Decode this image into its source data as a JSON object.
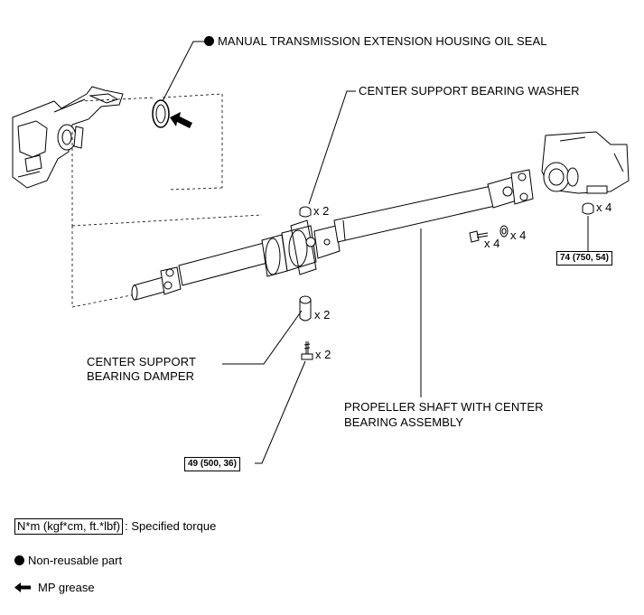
{
  "callouts": {
    "oil_seal": "MANUAL TRANSMISSION EXTENSION HOUSING OIL SEAL",
    "washer": "CENTER SUPPORT BEARING WASHER",
    "damper_line1": "CENTER SUPPORT",
    "damper_line2": "BEARING DAMPER",
    "shaft_line1": "PROPELLER SHAFT WITH CENTER",
    "shaft_line2": "BEARING ASSEMBLY"
  },
  "quantities": {
    "washer": "x 2",
    "damper": "x 2",
    "center_bolt": "x 2",
    "flange_bolt": "x 4",
    "flange_nut": "x 4",
    "diff_nut": "x 4"
  },
  "torques": {
    "center_bolt": "49 (500, 36)",
    "diff_nut": "74 (750, 54)"
  },
  "legend": {
    "torque_box": "N*m (kgf*cm, ft.*lbf)",
    "torque_desc": ": Specified torque",
    "nonreusable": "Non-reusable part",
    "grease": "MP grease"
  },
  "icons": {
    "nonreusable": "filled-circle",
    "grease": "left-arrow"
  }
}
